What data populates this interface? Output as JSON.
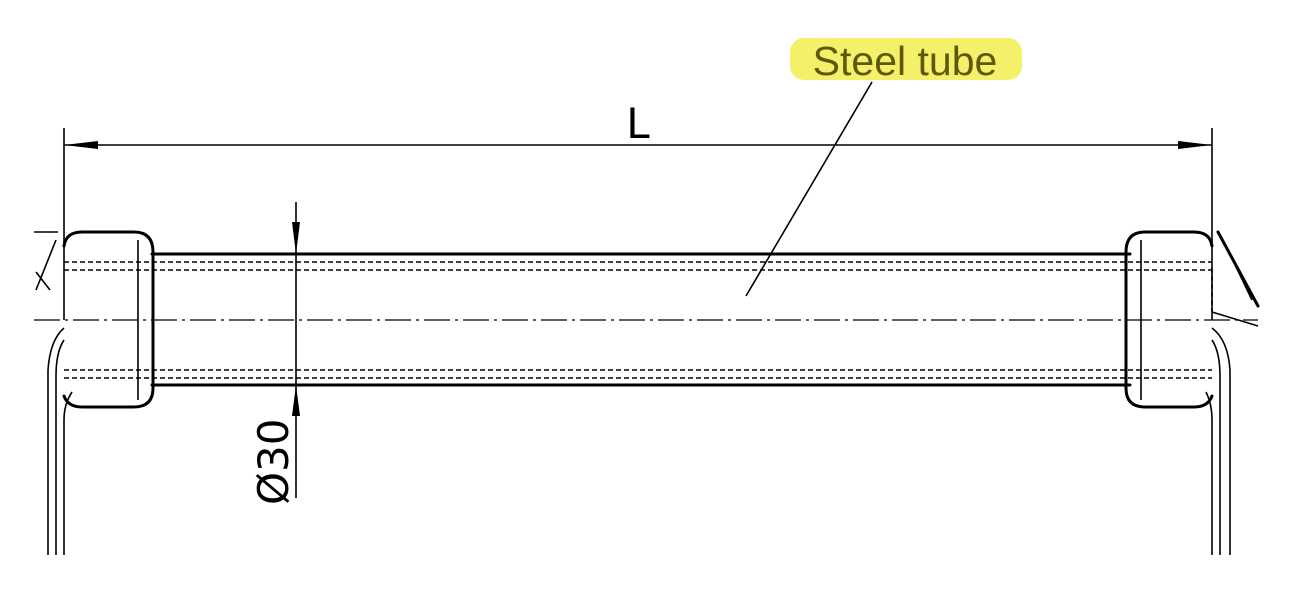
{
  "labels": {
    "length_dim": "L",
    "diameter_dim": "Ø30",
    "callout": "Steel tube"
  },
  "colors": {
    "highlight": "#f4f06a",
    "callout_text": "#5c5a0a",
    "line": "#000000"
  }
}
